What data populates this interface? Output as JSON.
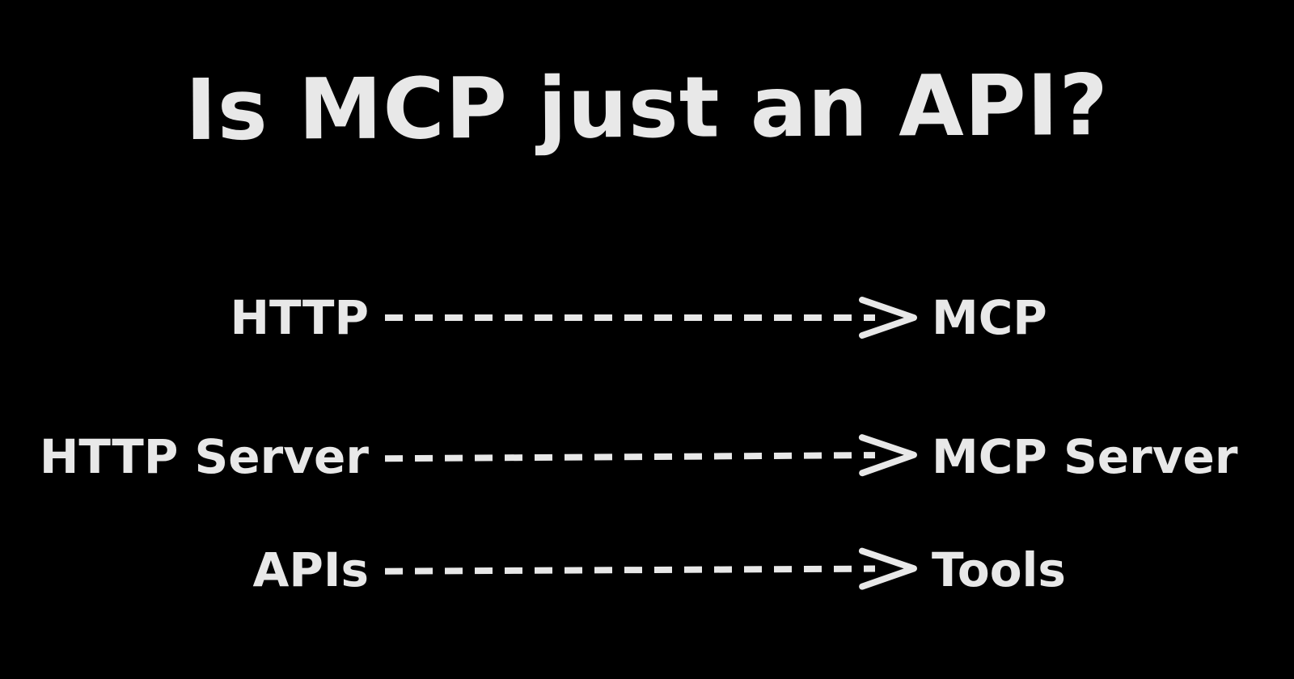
{
  "title": "Is MCP just an API?",
  "colors": {
    "background": "#000000",
    "text": "#e8e8e8",
    "arrow": "#e8e8e8"
  },
  "rows": [
    {
      "left": "HTTP",
      "right": "MCP"
    },
    {
      "left": "HTTP Server",
      "right": "MCP Server"
    },
    {
      "left": "APIs",
      "right": "Tools"
    }
  ],
  "arrow_style": "dashed-right"
}
